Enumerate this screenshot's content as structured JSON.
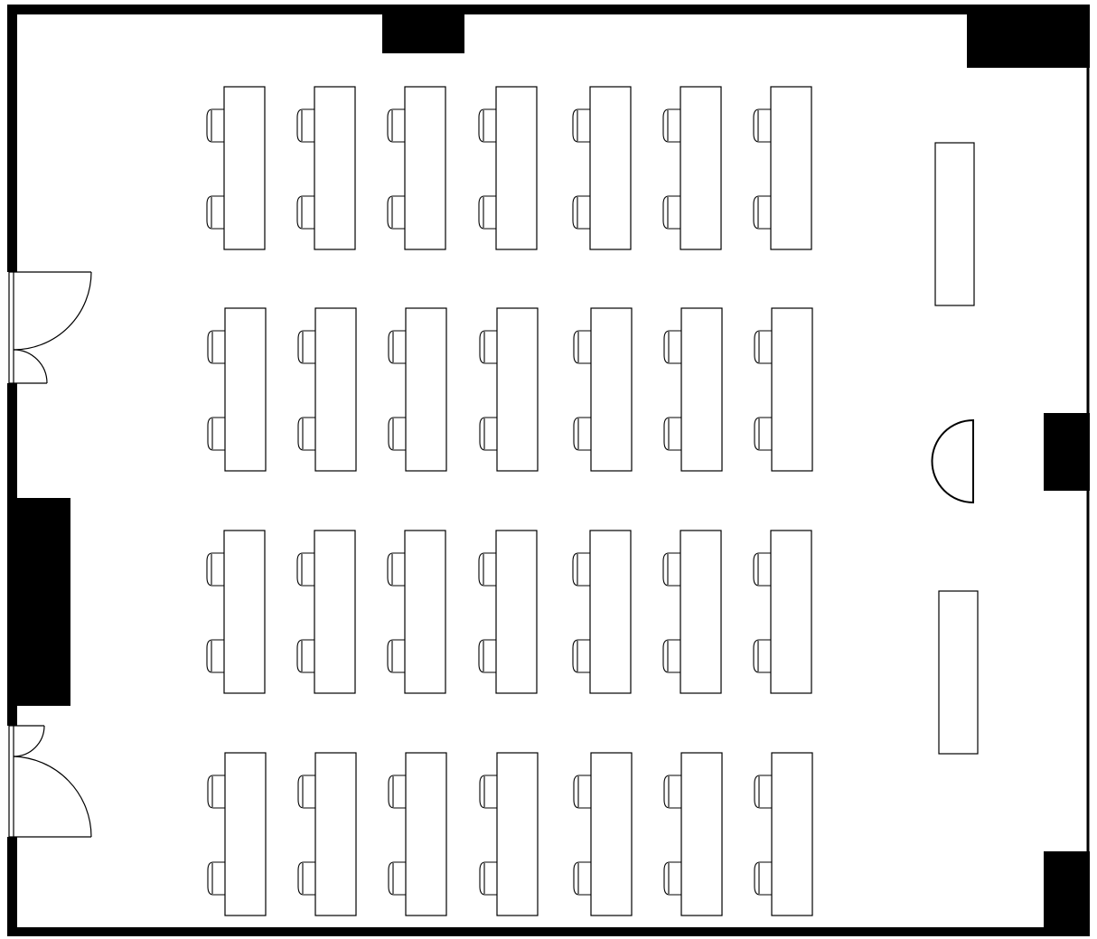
{
  "floorplan": {
    "wall_color": "#000000",
    "background": "#ffffff",
    "rows": 4,
    "columns": 7,
    "chairs_per_table": 2,
    "front_tables": 2,
    "lectern": "half-round",
    "doors": 2
  }
}
